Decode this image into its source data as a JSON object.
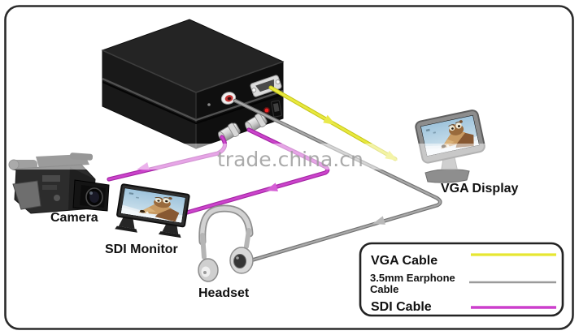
{
  "watermark": {
    "text": "trade.china.cn"
  },
  "devices": {
    "camera": {
      "label": "Camera"
    },
    "sdi_monitor": {
      "label": "SDI Monitor"
    },
    "headset": {
      "label": "Headset"
    },
    "vga_display": {
      "label": "VGA Display"
    }
  },
  "legend": {
    "items": [
      {
        "label": "VGA Cable",
        "color": "#e6e632"
      },
      {
        "label": "3.5mm Earphone Cable",
        "line1": "3.5mm Earphone",
        "line2": "Cable",
        "color": "#9a9a9a"
      },
      {
        "label": "SDI Cable",
        "color": "#cc3fcc"
      }
    ]
  },
  "cables": {
    "vga_color": "#e9e93e",
    "earphone_color": "#aaaaaa",
    "sdi_color": "#cc44cc",
    "led_color": "#ee2222"
  }
}
